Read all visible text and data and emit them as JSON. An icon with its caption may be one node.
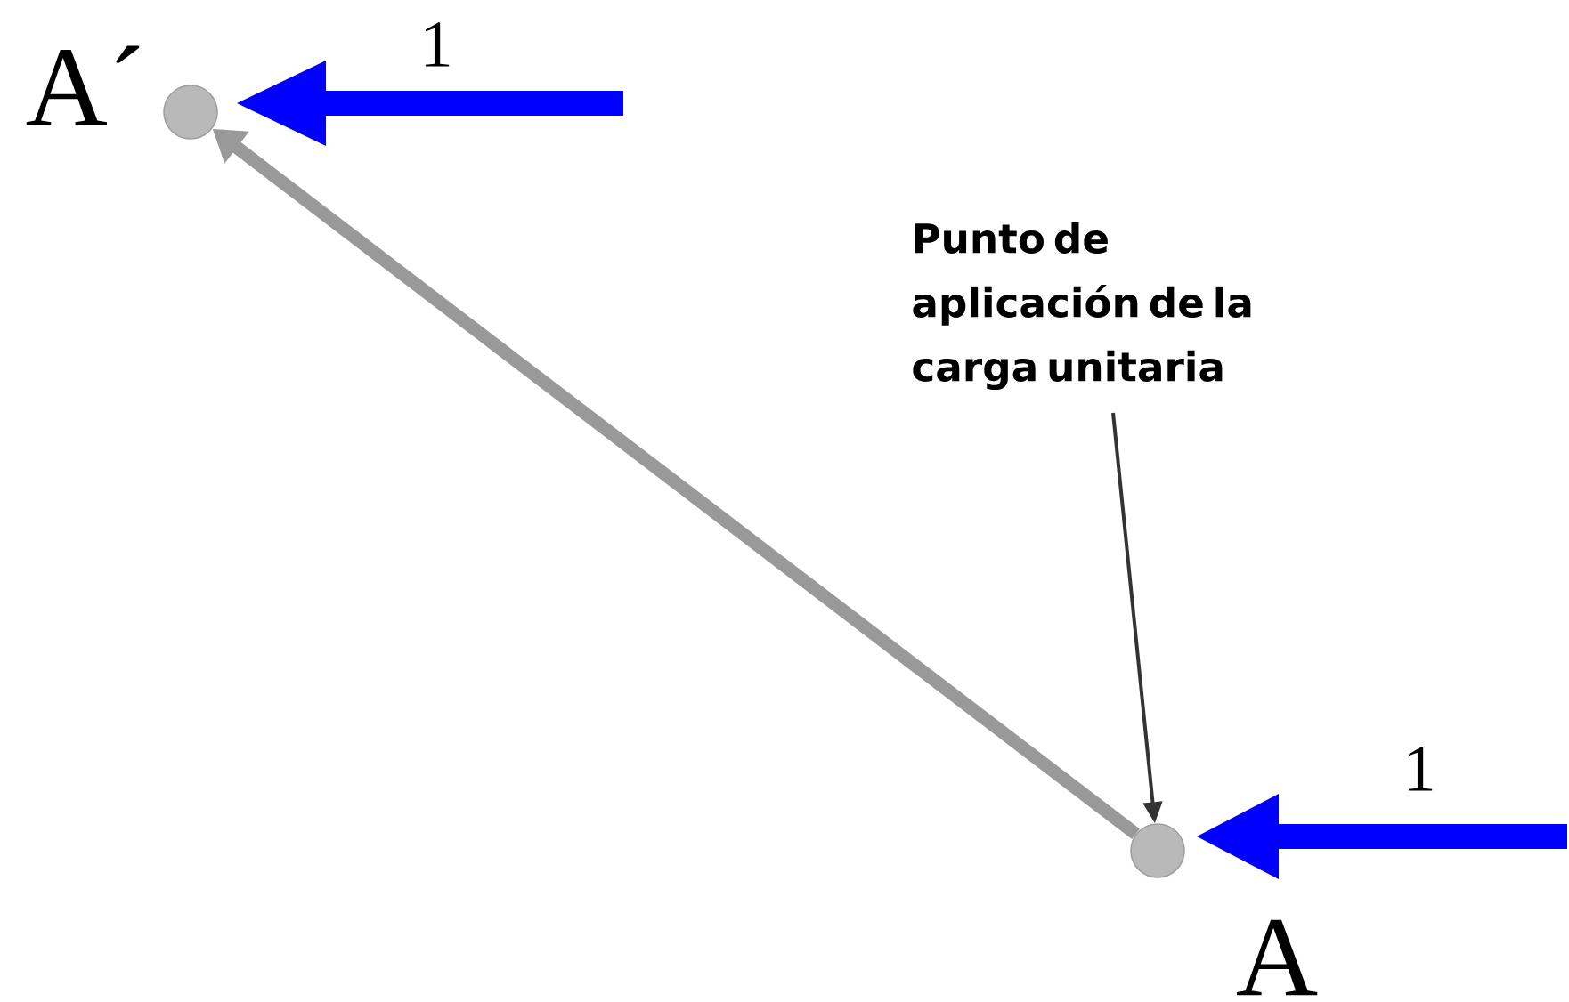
{
  "diagram": {
    "nodes": [
      {
        "text": [],
        "shape": "circle",
        "beside": [
          "A´"
        ]
      },
      {
        "text": [],
        "shape": "circle",
        "beside": [
          "A"
        ]
      },
      {
        "text": [
          "Punto de aplicación de la carga unitaria"
        ]
      }
    ],
    "edges": [
      {
        "from": 1,
        "to": 0,
        "arrow": "to",
        "style": "thick",
        "color": "#999999"
      },
      {
        "from": 2,
        "to": 1,
        "arrow": "to",
        "color": "#333333"
      }
    ],
    "labels": [
      "1",
      "1"
    ]
  }
}
